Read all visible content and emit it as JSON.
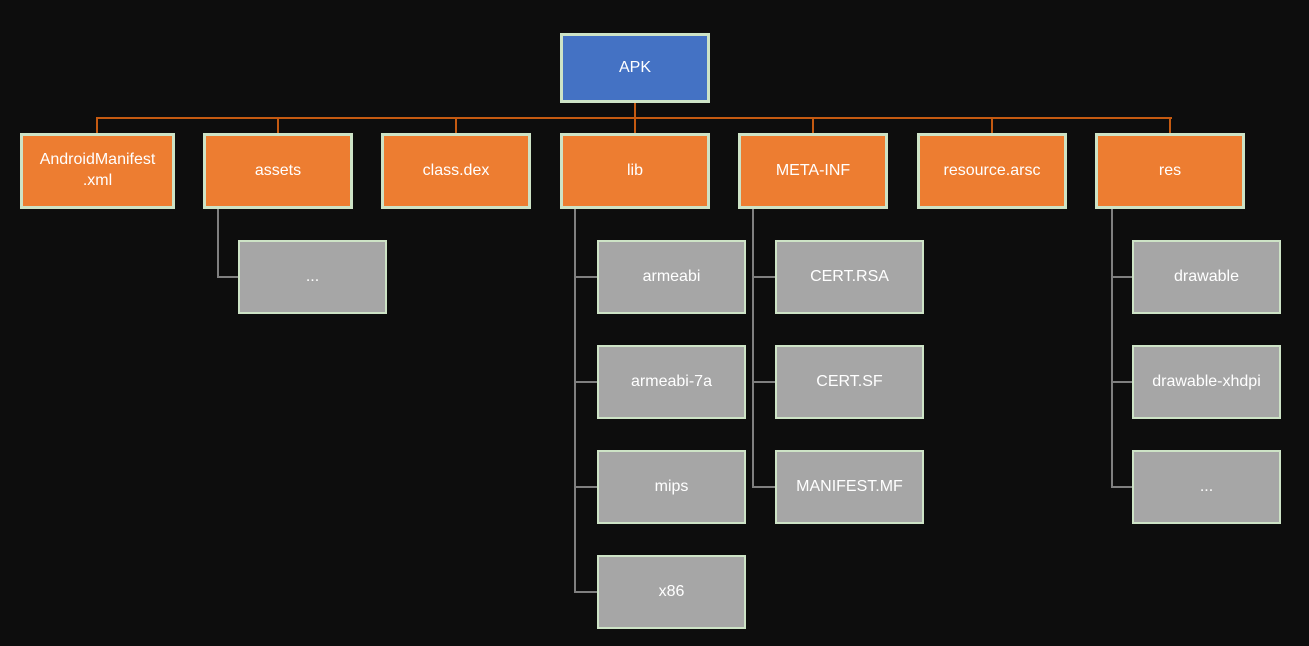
{
  "diagram": {
    "type": "hierarchy-tree",
    "root": {
      "label": "APK"
    },
    "level1": [
      {
        "id": "android-manifest",
        "label": "AndroidManifest.xml"
      },
      {
        "id": "assets",
        "label": "assets"
      },
      {
        "id": "class-dex",
        "label": "class.dex"
      },
      {
        "id": "lib",
        "label": "lib"
      },
      {
        "id": "meta-inf",
        "label": "META-INF"
      },
      {
        "id": "resource-arsc",
        "label": "resource.arsc"
      },
      {
        "id": "res",
        "label": "res"
      }
    ],
    "level2": {
      "assets": [
        {
          "label": "..."
        }
      ],
      "lib": [
        {
          "label": "armeabi"
        },
        {
          "label": "armeabi-7a"
        },
        {
          "label": "mips"
        },
        {
          "label": "x86"
        }
      ],
      "meta_inf": [
        {
          "label": "CERT.RSA"
        },
        {
          "label": "CERT.SF"
        },
        {
          "label": "MANIFEST.MF"
        }
      ],
      "res": [
        {
          "label": "drawable"
        },
        {
          "label": "drawable-xhdpi"
        },
        {
          "label": "..."
        }
      ]
    }
  },
  "colors": {
    "background": "#0d0d0d",
    "root_fill": "#4472c4",
    "branch_fill": "#ed7d31",
    "leaf_fill": "#a6a6a6",
    "box_border": "#cde3c6",
    "connector_primary": "#c55a11",
    "connector_secondary": "#7f7f7f",
    "text": "#ffffff"
  }
}
